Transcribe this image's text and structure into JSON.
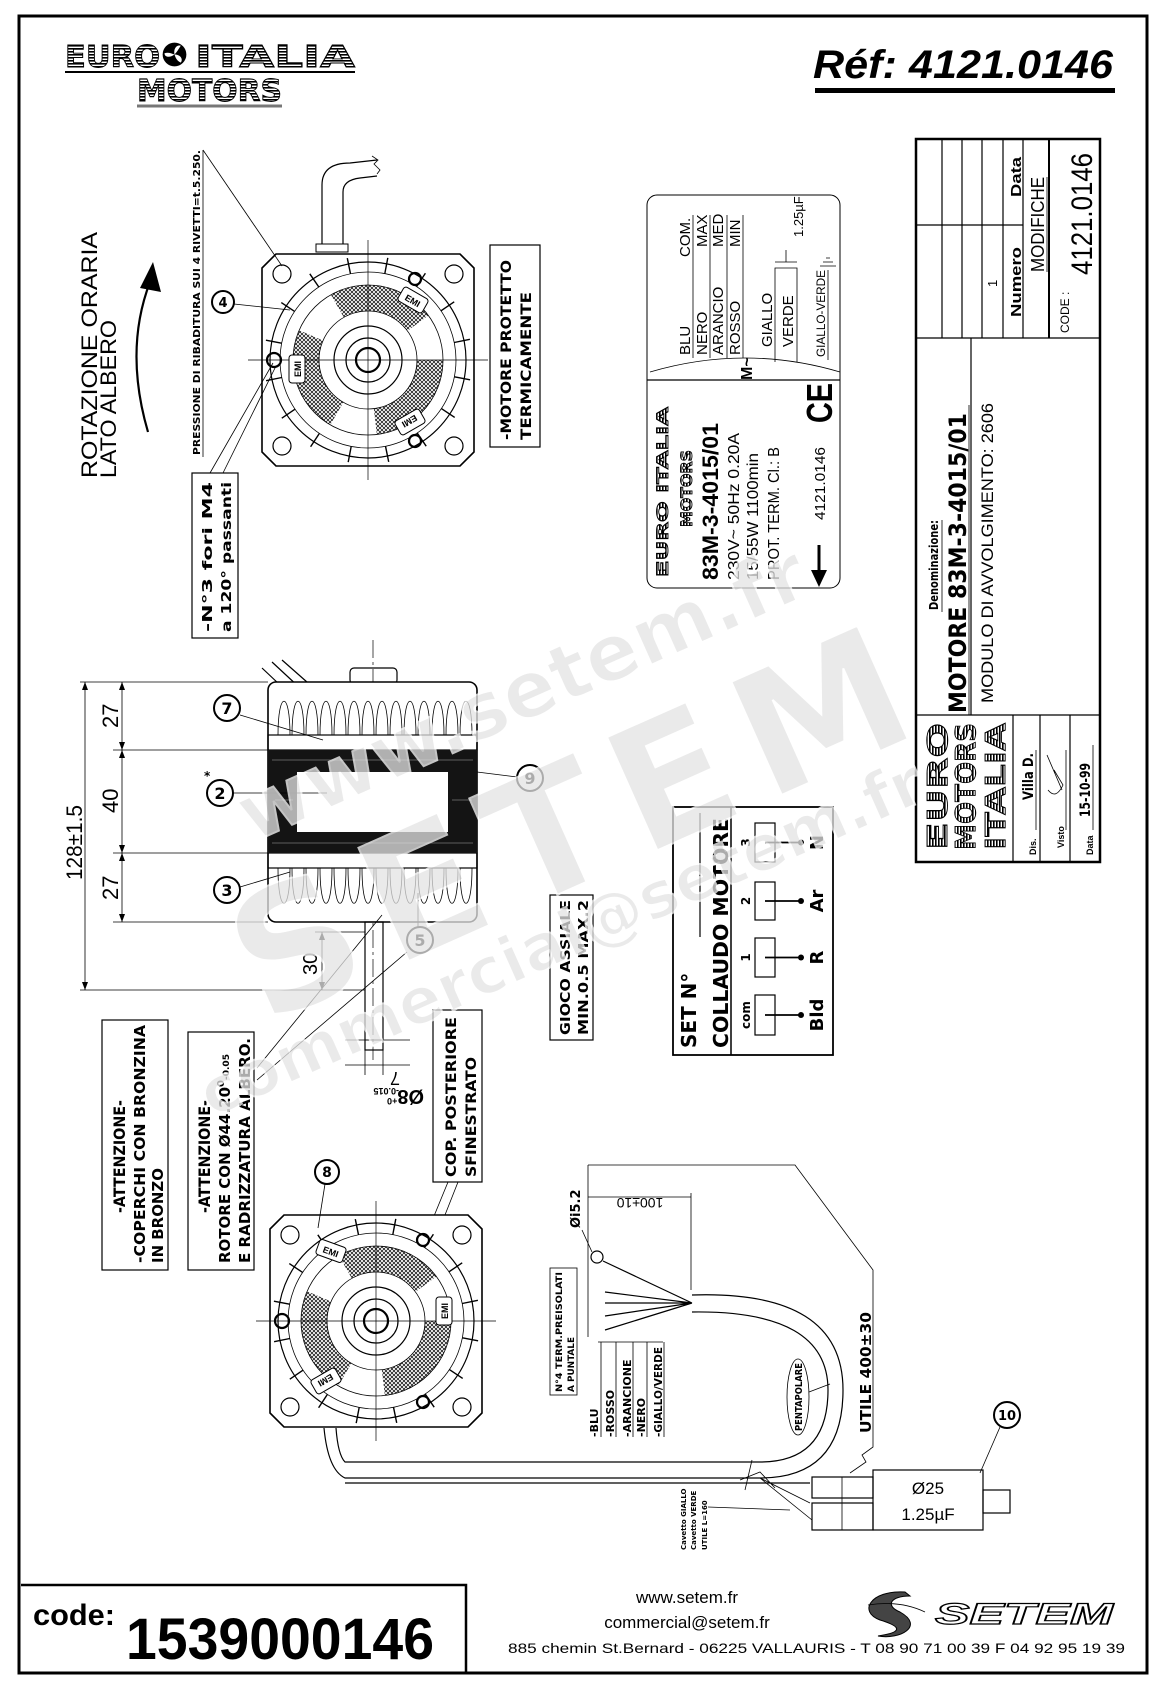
{
  "header": {
    "logo": {
      "line1_left": "EURO",
      "line1_right": "ITALIA",
      "line2": "MOTORS",
      "icon": "fan-icon"
    },
    "ref": "Réf:  4121.0146"
  },
  "top_view": {
    "rotation": [
      "ROTAZIONE ORARIA",
      "LATO ALBERO"
    ],
    "pressure_note": "PRESSIONE DI RIBADITURA SUI 4 RIVETTI=t.5.250.",
    "holes_note": [
      "-N°3 fori M4",
      "a 120° passanti"
    ],
    "protection_note": [
      "-MOTORE PROTETTO",
      "TERMICAMENTE"
    ],
    "callout": "4",
    "stamp": "EMI"
  },
  "nameplate": {
    "brand_line1": "EURO ITALIA",
    "brand_line2": "MOTORS",
    "model": "83M-3-4015/01",
    "electrical": "230V~ 50Hz  0.20A",
    "power": "15/55W   1100min",
    "protection": "PROT. TERM. Cl.: B",
    "code": "4121.0146",
    "ce_mark": "CE",
    "motor_symbol": "M~",
    "wires": [
      {
        "color": "BLU",
        "function": "COM."
      },
      {
        "color": "NERO",
        "function": "MAX"
      },
      {
        "color": "ARANCIO",
        "function": "MED"
      },
      {
        "color": "ROSSO",
        "function": "MIN"
      }
    ],
    "giallo": "GIALLO",
    "verde": "VERDE",
    "capacitor": "1.25µF",
    "ground": "GIALLO-VERDE"
  },
  "title_block": {
    "denominazione_label": "Denominazione:",
    "motor_name": "MOTORE  83M-3-4015/01",
    "winding_module": "MODULO DI AVVOLGIMENTO: 2606",
    "revision_number": "1",
    "numero_label": "Numero",
    "data_col_label": "Data",
    "modifiche_label": "MODIFICHE",
    "code_label": "CODE :",
    "code": "4121.0146",
    "logo": [
      "EURO",
      "MOTORS",
      "ITALIA"
    ],
    "dis_label": "Dis.",
    "dis_value": "Villa D.",
    "visto_label": "Visto",
    "data_label": "Data",
    "data_value": "15-10-99"
  },
  "side_view": {
    "overall": "128±1.5",
    "segments": [
      "27",
      "40",
      "27"
    ],
    "shaft_length": "30",
    "key_width": "7",
    "shaft_diameter": "Ø8",
    "shaft_tol_upper": "+0",
    "shaft_tol_lower": "-0.015",
    "callouts": [
      "7",
      "2",
      "9",
      "3",
      "5"
    ],
    "asterisk": "*"
  },
  "notes": {
    "axial_play": [
      "GIOCO  ASSIALE",
      "MIN.0.5  MAX.2"
    ],
    "attention_bronze": [
      "-ATTENZIONE-",
      "-COPERCHI CON BRONZINA",
      "IN BRONZO"
    ],
    "attention_rotor": {
      "title": "-ATTENZIONE-",
      "line1": "ROTORE CON Ø44.20",
      "tol_upper": "0",
      "tol_lower": "-0.05",
      "line2": "E RADRIZZATURA ALBERO."
    },
    "rear_cover": [
      "COP. POSTERIORE",
      "SFINESTRATO"
    ]
  },
  "set_box": {
    "title": "SET N°",
    "subtitle": "COLLAUDO MOTORE",
    "terminals": [
      {
        "number": "com",
        "label": "Bld"
      },
      {
        "number": "1",
        "label": "R"
      },
      {
        "number": "2",
        "label": "Ar"
      },
      {
        "number": "3",
        "label": "N"
      }
    ]
  },
  "wiring": {
    "callout_rear": "8",
    "callout_capacitor": "10",
    "ring_diameter": "Øi5.2",
    "strip_length": "100±10",
    "terminal_note": [
      "N°4 TERM.PREISOLATI",
      "A PUNTALE"
    ],
    "wires": [
      "-BLU",
      "-ROSSO",
      "-ARANCIONE",
      "-NERO",
      "-GIALLO/VERDE"
    ],
    "cable_type": "PENTAPOLARE",
    "cable_length": "UTILE  400±30",
    "capacitor": [
      "Ø25",
      "1.25µF"
    ],
    "capacitor_wires": [
      "Cavetto GIALLO",
      "Cavetto VERDE",
      "UTILE L=160"
    ]
  },
  "footer": {
    "code_label": "code:",
    "code": "1539000146",
    "website": "www.setem.fr",
    "email": "commercial@setem.fr",
    "address": "885 chemin St.Bernard  -  06225 VALLAURIS  -  T 08 90 71 00 39   F 04 92 95 19 39",
    "brand": "SETEM"
  },
  "watermark": [
    "www.setem.fr",
    "SETEM",
    "commercial@setem.fr"
  ]
}
